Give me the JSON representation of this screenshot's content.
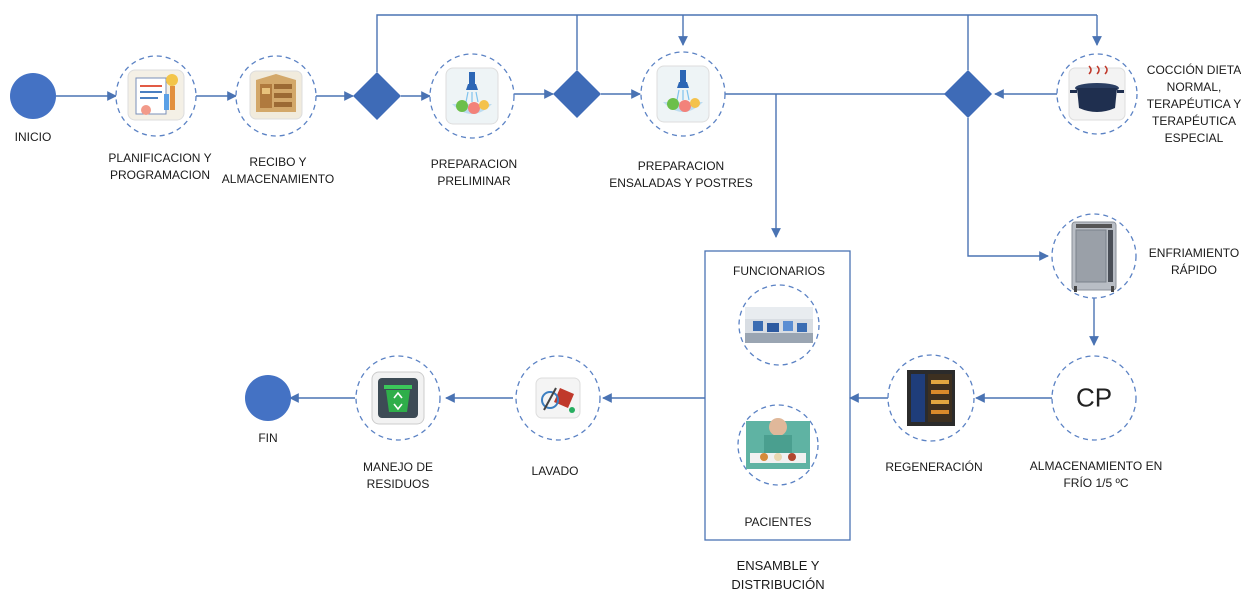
{
  "colors": {
    "line": "#4a73b3",
    "circle": "#4472c4",
    "diamond": "#3e6bb7",
    "dash": "#5b82c4"
  },
  "nodes": {
    "inicio": "INICIO",
    "planificacion": "PLANIFICACION Y\nPROGRAMACION",
    "recibo": "RECIBO Y\nALMACENAMIENTO",
    "prep_preliminar": "PREPARACION\nPRELIMINAR",
    "prep_ensaladas": "PREPARACION\nENSALADAS Y POSTRES",
    "coccion": "COCCIÓN DIETA\nNORMAL,\nTERAPÉUTICA Y\nTERAPÉUTICA\nESPECIAL",
    "enfriamiento": "ENFRIAMIENTO\nRÁPIDO",
    "cp_symbol": "CP",
    "almacenamiento_frio": "ALMACENAMIENTO EN\nFRÍO 1/5 ºC",
    "regeneracion": "REGENERACIÓN",
    "funcionarios": "FUNCIONARIOS",
    "pacientes": "PACIENTES",
    "ensamble": "ENSAMBLE Y\nDISTRIBUCIÓN",
    "lavado": "LAVADO",
    "residuos": "MANEJO DE\nRESIDUOS",
    "fin": "FIN"
  },
  "icons": {
    "planificacion": "planning-charts-icon",
    "recibo": "storage-room-icon",
    "prep_preliminar": "washing-vegetables-icon",
    "prep_ensaladas": "washing-vegetables-icon",
    "coccion": "cooking-pot-icon",
    "enfriamiento": "blast-chiller-icon",
    "regeneracion": "regeneration-oven-icon",
    "funcionarios": "staff-dining-photo",
    "pacientes": "patient-tray-photo",
    "lavado": "cleaning-tools-icon",
    "residuos": "recycle-bin-icon"
  }
}
